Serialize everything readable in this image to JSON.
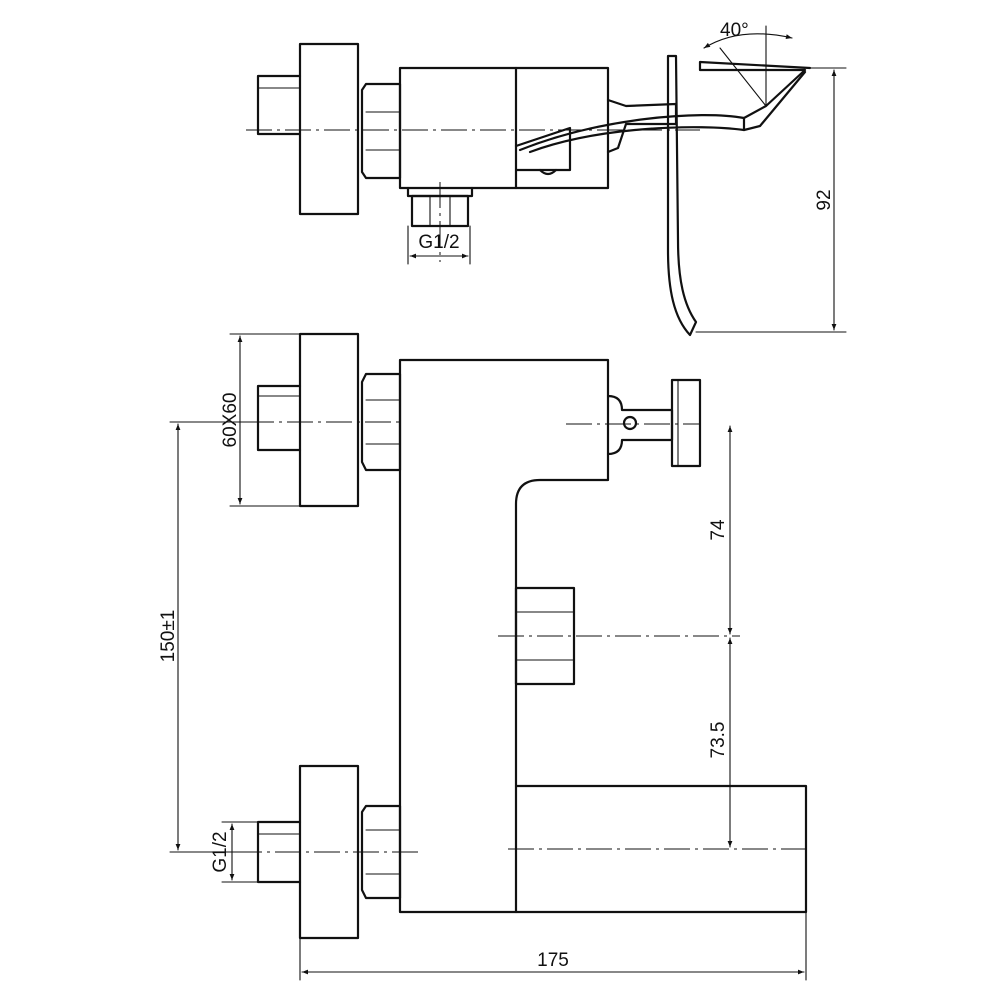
{
  "drawing": {
    "top_view": {
      "inlet_thread": "G1/2",
      "lever_angle": "40°",
      "height": "92"
    },
    "front_view": {
      "flange_size": "60X60",
      "inlet_spacing": "150±1",
      "inlet_thread": "G1/2",
      "upper_distance": "74",
      "lower_distance": "73.5",
      "total_length": "175"
    }
  }
}
